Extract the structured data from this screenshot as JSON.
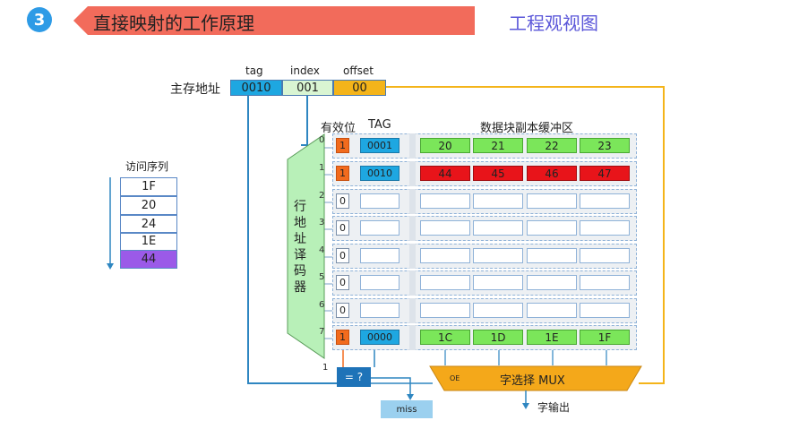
{
  "header": {
    "step_number": "3",
    "title": "直接映射的工作原理",
    "view_link": "工程观视图"
  },
  "address": {
    "label": "主存地址",
    "fields": [
      {
        "name": "tag",
        "value": "0010",
        "color": "#1ea7e1"
      },
      {
        "name": "index",
        "value": "001",
        "color": "#d9f5d2"
      },
      {
        "name": "offset",
        "value": "00",
        "color": "#f4b41a"
      }
    ]
  },
  "access_sequence": {
    "label": "访问序列",
    "items": [
      "1F",
      "20",
      "24",
      "1E",
      "44"
    ],
    "highlight_color": "#9b5ae8"
  },
  "cache": {
    "valid_header": "有效位",
    "tag_header": "TAG",
    "data_header": "数据块副本缓冲区",
    "decoder_label": "行地址译码器",
    "rows": [
      {
        "index": "0",
        "valid": "1",
        "tag": "0001",
        "data": [
          "20",
          "21",
          "22",
          "23"
        ],
        "fill": "green"
      },
      {
        "index": "1",
        "valid": "1",
        "tag": "0010",
        "data": [
          "44",
          "45",
          "46",
          "47"
        ],
        "fill": "red"
      },
      {
        "index": "2",
        "valid": "0",
        "tag": "",
        "data": [
          "",
          "",
          "",
          ""
        ],
        "fill": "empty"
      },
      {
        "index": "3",
        "valid": "0",
        "tag": "",
        "data": [
          "",
          "",
          "",
          ""
        ],
        "fill": "empty"
      },
      {
        "index": "4",
        "valid": "0",
        "tag": "",
        "data": [
          "",
          "",
          "",
          ""
        ],
        "fill": "empty"
      },
      {
        "index": "5",
        "valid": "0",
        "tag": "",
        "data": [
          "",
          "",
          "",
          ""
        ],
        "fill": "empty"
      },
      {
        "index": "6",
        "valid": "0",
        "tag": "",
        "data": [
          "",
          "",
          "",
          ""
        ],
        "fill": "empty"
      },
      {
        "index": "7",
        "valid": "1",
        "tag": "0000",
        "data": [
          "1C",
          "1D",
          "1E",
          "1F"
        ],
        "fill": "green"
      }
    ]
  },
  "comparator": {
    "label": "= ?",
    "input_label": "1"
  },
  "miss_box": {
    "label": "miss"
  },
  "mux": {
    "label": "字选择 MUX",
    "oe_label": "OE",
    "output_label": "字输出"
  },
  "colors": {
    "valid_on": "#f26b1d",
    "tag_fill": "#1ea7e1",
    "data_green": "#7be65a",
    "data_red": "#e8141a",
    "decoder": "#b8f0b8",
    "wire_blue": "#2e86c1",
    "wire_orange": "#f4b41a"
  }
}
